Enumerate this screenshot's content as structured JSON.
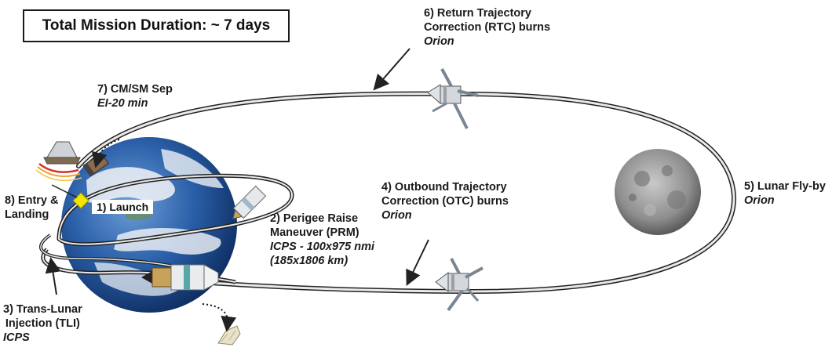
{
  "title": "Total Mission Duration: ~ 7 days",
  "labels": {
    "launch": "1) Launch",
    "prm": {
      "line1": "2) Perigee Raise",
      "line2": "Maneuver (PRM)",
      "sub1": "ICPS - 100x975 nmi",
      "sub2": "(185x1806 km)"
    },
    "tli": {
      "line1": "3) Trans-Lunar",
      "line2": "Injection (TLI)",
      "sub": "ICPS"
    },
    "otc": {
      "line1": "4) Outbound Trajectory",
      "line2": "Correction (OTC) burns",
      "sub": "Orion"
    },
    "flyby": {
      "line1": "5) Lunar Fly-by",
      "sub": "Orion"
    },
    "rtc": {
      "line1": "6) Return Trajectory",
      "line2": "Correction (RTC) burns",
      "sub": "Orion"
    },
    "sep": {
      "line1": "7) CM/SM Sep",
      "sub": "EI-20 min"
    },
    "entry": {
      "line1": "8) Entry &",
      "line2": "Landing"
    }
  },
  "colors": {
    "trajectory_fill": "#e9e9e9",
    "trajectory_stroke": "#222222",
    "earth_ocean": "#2a5fa8",
    "earth_cloud": "#f2f4f7",
    "moon": "#8e8e8e",
    "entry_marker": "#f2e600"
  },
  "icons": [
    "earth-icon",
    "moon-icon",
    "orion-spacecraft-icon",
    "icps-stage-icon",
    "crew-module-icon",
    "service-module-icon",
    "debris-icon"
  ]
}
